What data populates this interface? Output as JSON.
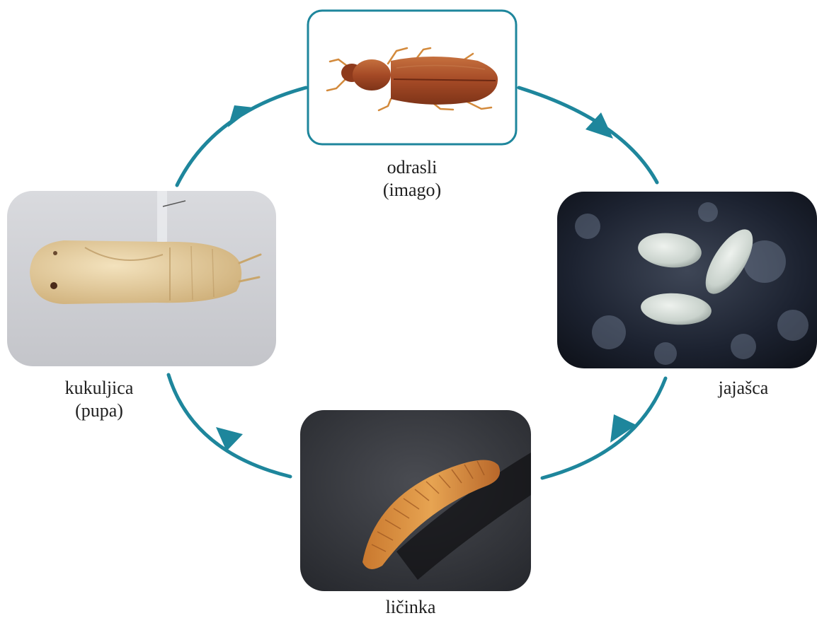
{
  "colors": {
    "arrow": "#1e869c",
    "frame": "#1e869c",
    "label_text": "#1f1f1f",
    "background": "#ffffff"
  },
  "stages": {
    "adult": {
      "name": "odrasli",
      "alt": "(imago)"
    },
    "eggs": {
      "name": "jajašca"
    },
    "larva": {
      "name": "ličinka"
    },
    "pupa": {
      "name": "kukuljica",
      "alt": "(pupa)"
    }
  }
}
